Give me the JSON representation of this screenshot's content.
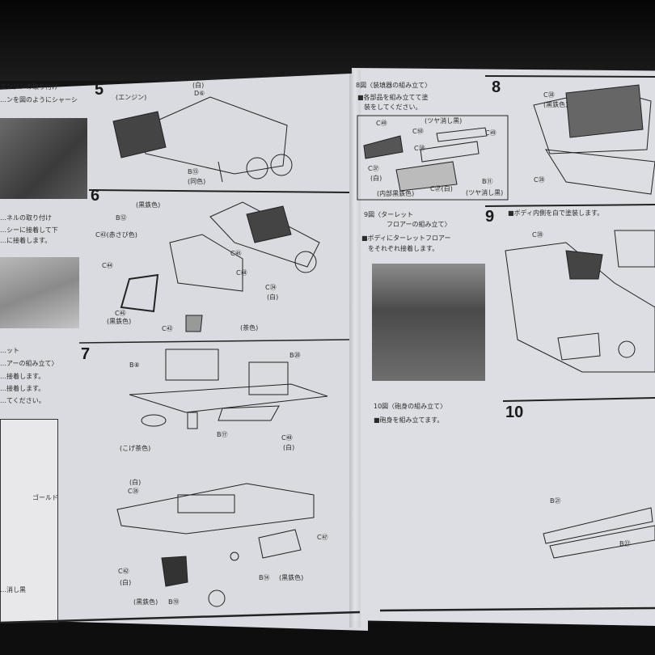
{
  "left_page": {
    "step5": {
      "number": "5",
      "title": "エンジンの取り付け",
      "text": "…ンを図のようにシャーシ",
      "labels": [
        "(エンジン)",
        "(白)",
        "D⑥",
        "B⑬",
        "(同色)"
      ]
    },
    "step6": {
      "number": "6",
      "title": "…ネルの取り付け",
      "text_lines": [
        "…シーに接着して下",
        "…に接着します。"
      ],
      "labels": [
        "(黒鉄色)",
        "B⑫",
        "C㊸(赤さび色)",
        "C㊹",
        "C㊺",
        "C㊻",
        "C㊸",
        "(黒鉄色)",
        "C㊽",
        "C㉞",
        "(白)",
        "(茶色)"
      ]
    },
    "step7": {
      "number": "7",
      "title_lines": [
        "…ット",
        "…アーの組み立て〉"
      ],
      "text_lines": [
        "…接着します。",
        "…接着します。",
        "…てください。"
      ],
      "labels": [
        "B⑧",
        "B⑳",
        "B⑰",
        "(こげ茶色)",
        "C㊽",
        "(白)",
        "(白)",
        "C㉟",
        "C㊼",
        "C㊷",
        "(白)",
        "B⑭",
        "(黒鉄色)",
        "(黒鉄色)",
        "B⑲",
        "ゴールド",
        "…消し黒"
      ]
    }
  },
  "right_page": {
    "step8": {
      "number": "8",
      "fig_title": "8図〈装填器の組み立て〉",
      "text_lines": [
        "■各部品を組み立てて塗",
        "装をしてください。"
      ],
      "labels": [
        "C㊾",
        "(ツヤ消し黒)",
        "C㊿",
        "C㊾",
        "C㊲",
        "C㊳",
        "(白)",
        "B⑪",
        "(内部黒鉄色)",
        "C㉗(白)",
        "(ツヤ消し黒)",
        "C㊳",
        "(黒鉄色)",
        "C㊴"
      ]
    },
    "step9": {
      "number": "9",
      "fig_title_lines": [
        "9図〈ターレット",
        "フロアーの組み立て〉"
      ],
      "text_lines": [
        "■ボディにターレットフロアー",
        "をそれぞれ接着します。"
      ],
      "note": "■ボディ内側を白で塗装します。",
      "labels": [
        "C㊴"
      ]
    },
    "step10": {
      "number": "10",
      "fig_title": "10図〈砲身の組み立て〉",
      "text": "■砲身を組み立てます。",
      "labels": [
        "B㉑",
        "B㉒"
      ]
    }
  }
}
